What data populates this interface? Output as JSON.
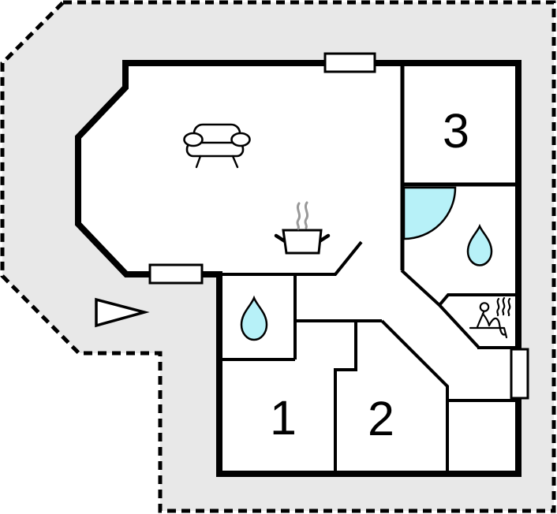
{
  "plan": {
    "room_labels": {
      "room1": "1",
      "room2": "2",
      "room3": "3"
    },
    "icons": {
      "sofa": "sofa-icon",
      "cooking_pot": "cooking-pot-icon",
      "pot_steam": "steam-lines-icon",
      "corner_shower": "corner-shower-icon",
      "bathroom_drop_right": "water-drop-icon",
      "bathroom_drop_left": "water-drop-icon",
      "sauna": "sauna-person-icon",
      "entrance_arrow": "entrance-arrow-icon",
      "windows": [
        "window-marker-top",
        "window-marker-left",
        "window-marker-right"
      ]
    },
    "colors": {
      "plot_fill": "#e8e8e8",
      "room_fill": "#ffffff",
      "wall": "#000000",
      "water_accent": "#b7f1f8",
      "steam_gray": "#999999"
    }
  }
}
